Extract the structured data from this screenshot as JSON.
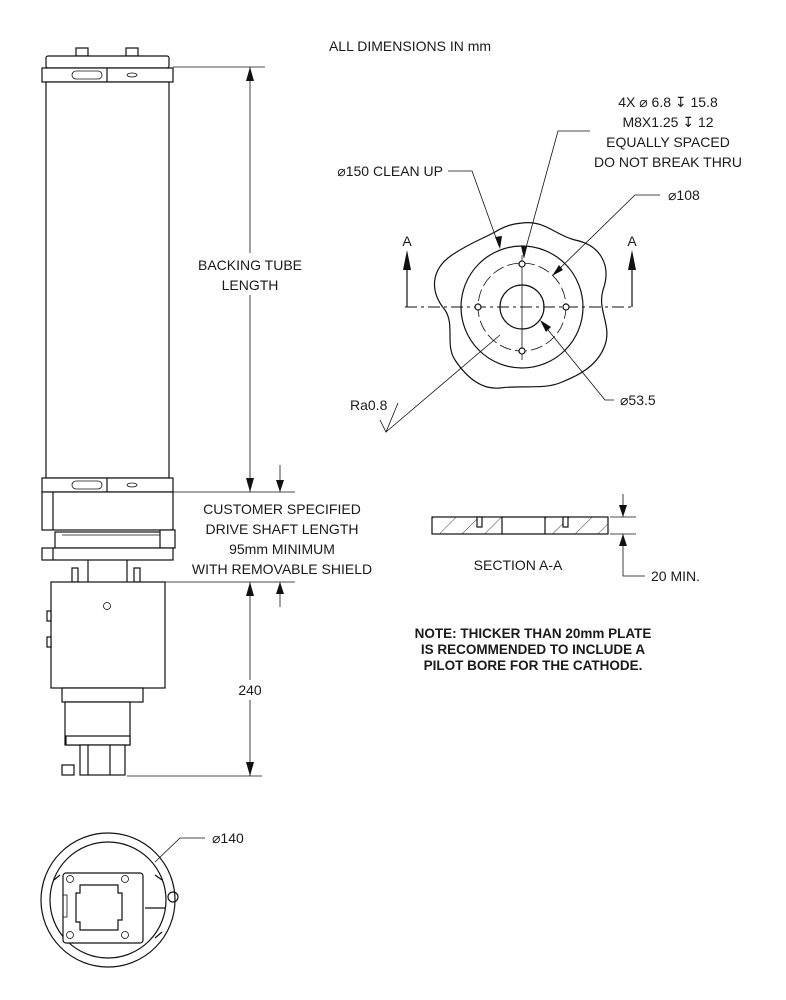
{
  "header": {
    "units_note": "ALL DIMENSIONS IN mm"
  },
  "side_view": {
    "backing_tube_label": [
      "BACKING TUBE",
      "LENGTH"
    ],
    "drive_shaft_label": [
      "CUSTOMER SPECIFIED",
      "DRIVE SHAFT LENGTH",
      "95mm MINIMUM",
      "WITH REMOVABLE SHIELD"
    ],
    "height_dim": "240"
  },
  "bottom_view": {
    "diameter_dim": "⌀140"
  },
  "plate_view": {
    "hole_callout": [
      "4X ⌀ 6.8 ↧ 15.8",
      "M8X1.25 ↧ 12",
      "EQUALLY SPACED",
      "DO NOT BREAK THRU"
    ],
    "clean_up": "⌀150 CLEAN UP",
    "bolt_circle": "⌀108",
    "bore": "⌀53.5",
    "surface_finish": "Ra0.8",
    "section_marker_left": "A",
    "section_marker_right": "A"
  },
  "section_view": {
    "title": "SECTION A-A",
    "thickness_dim": "20 MIN."
  },
  "note": [
    "NOTE: THICKER THAN 20mm PLATE",
    "IS RECOMMENDED TO INCLUDE A",
    "PILOT BORE FOR THE CATHODE."
  ]
}
